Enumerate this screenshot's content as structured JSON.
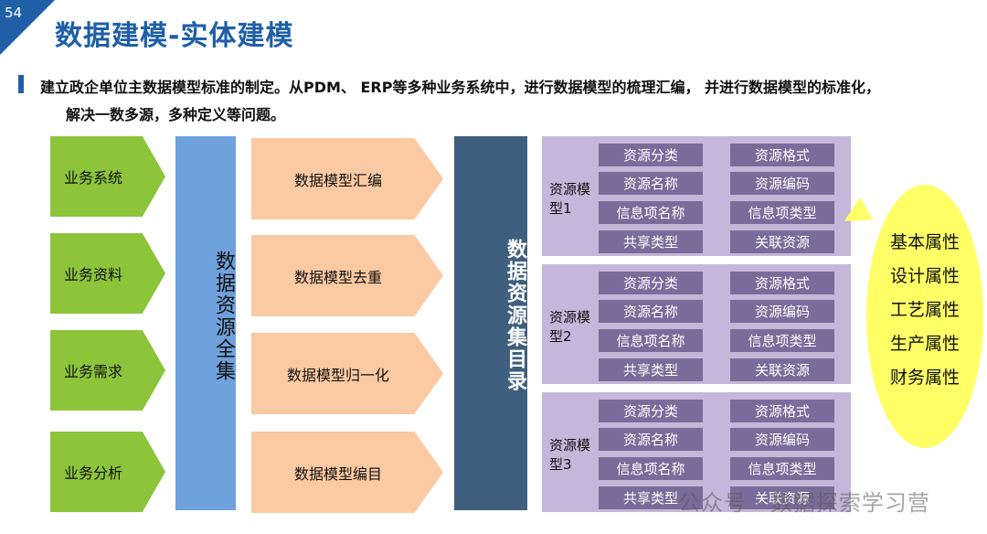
{
  "page_number": "54",
  "title": "数据建模-实体建模",
  "intro_line1": "建立政企单位主数据模型标准的制定。从PDM、 ERP等多种业务系统中，进行数据模型的梳理汇编，  并进行数据模型的标准化，",
  "intro_line2": "解决一数多源，多种定义等问题。",
  "sources": [
    "业务系统",
    "业务资料",
    "业务需求",
    "业务分析"
  ],
  "collection_label": "数据资源全集",
  "processes": [
    "数据模型汇编",
    "数据模型去重",
    "数据模型归一化",
    "数据模型编目"
  ],
  "catalog_label": "数据资源集目录",
  "models": [
    {
      "label": "资源模型1",
      "cells": [
        "资源分类",
        "资源格式",
        "资源名称",
        "资源编码",
        "信息项名称",
        "信息项类型",
        "共享类型",
        "关联资源"
      ]
    },
    {
      "label": "资源模型2",
      "cells": [
        "资源分类",
        "资源格式",
        "资源名称",
        "资源编码",
        "信息项名称",
        "信息项类型",
        "共享类型",
        "关联资源"
      ]
    },
    {
      "label": "资源模型3",
      "cells": [
        "资源分类",
        "资源格式",
        "资源名称",
        "资源编码",
        "信息项名称",
        "信息项类型",
        "共享类型",
        "关联资源"
      ]
    }
  ],
  "attributes": [
    "基本属性",
    "设计属性",
    "工艺属性",
    "生产属性",
    "财务属性"
  ],
  "watermark": "公众号 · 数据探索学习营",
  "colors": {
    "primary": "#1f5fa8",
    "green": "#8cc43a",
    "orange": "#fbc9a2",
    "purple": "#c5b7d9",
    "cell": "#7a6c9a",
    "yellow": "#ffff66"
  }
}
